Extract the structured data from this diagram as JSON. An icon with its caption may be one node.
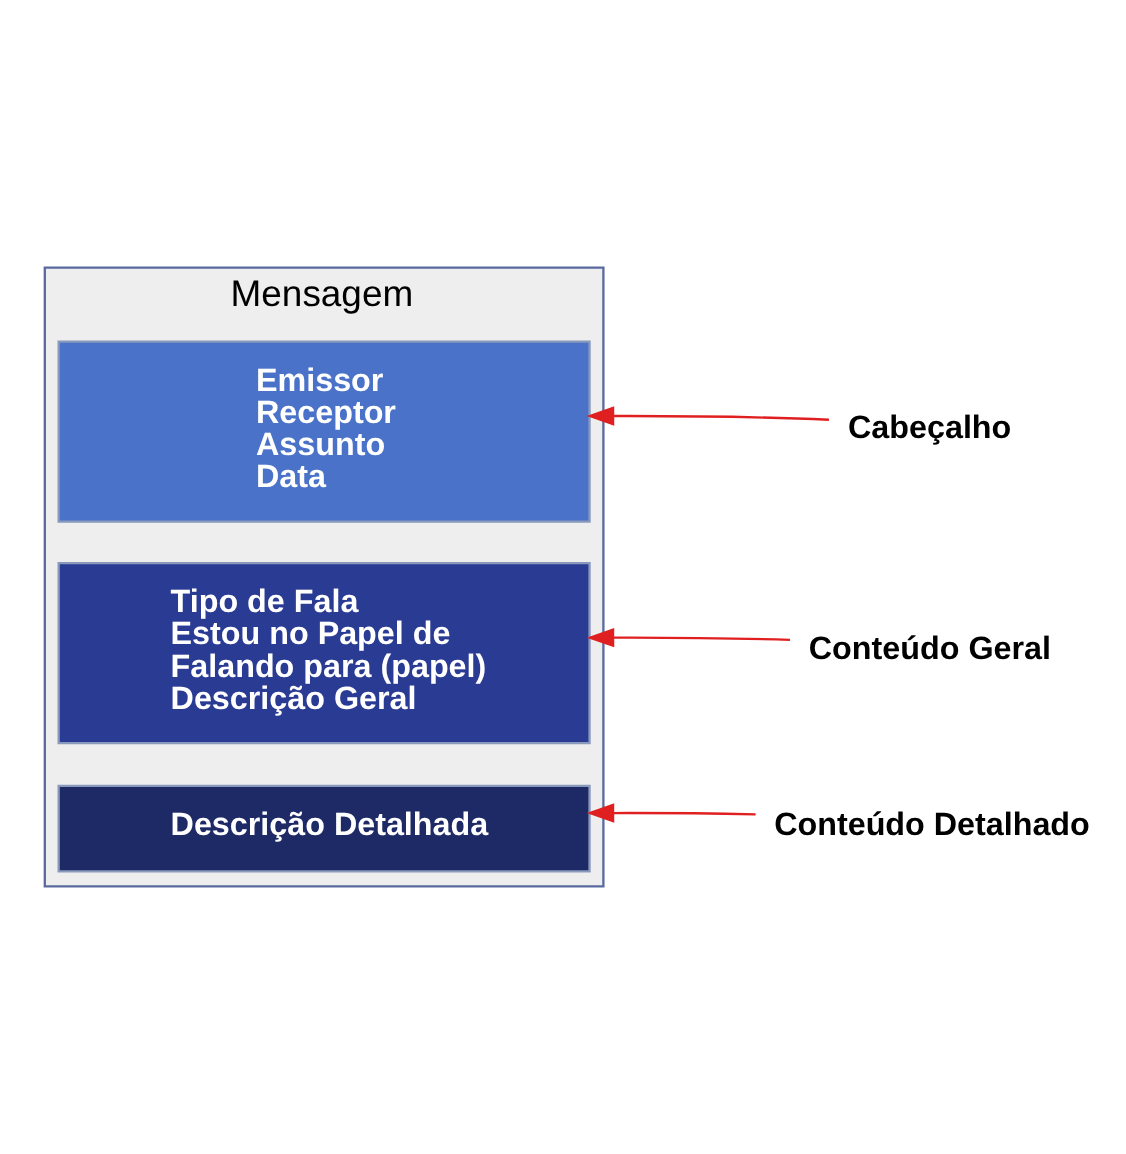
{
  "diagram": {
    "nodes": [
      {
        "text": [
          "Mensagem"
        ]
      },
      {
        "text": [
          "Emissor",
          "Receptor",
          "Assunto",
          "Data"
        ],
        "in": 0
      },
      {
        "text": [
          "Tipo de Fala",
          "Estou no Papel de",
          "Falando para (papel)",
          "Descrição Geral"
        ],
        "in": 0
      },
      {
        "text": [
          "Descrição Detalhada"
        ],
        "in": 0
      },
      {
        "text": [
          "Cabeçalho"
        ]
      },
      {
        "text": [
          "Conteúdo Geral"
        ]
      },
      {
        "text": [
          "Conteúdo Detalhado"
        ]
      }
    ],
    "edges": [
      {
        "from": 4,
        "to": 1,
        "arrow": "to",
        "color": "#e02020"
      },
      {
        "from": 5,
        "to": 2,
        "arrow": "to",
        "color": "#e02020"
      },
      {
        "from": 6,
        "to": 3,
        "arrow": "to",
        "color": "#e02020"
      }
    ]
  }
}
